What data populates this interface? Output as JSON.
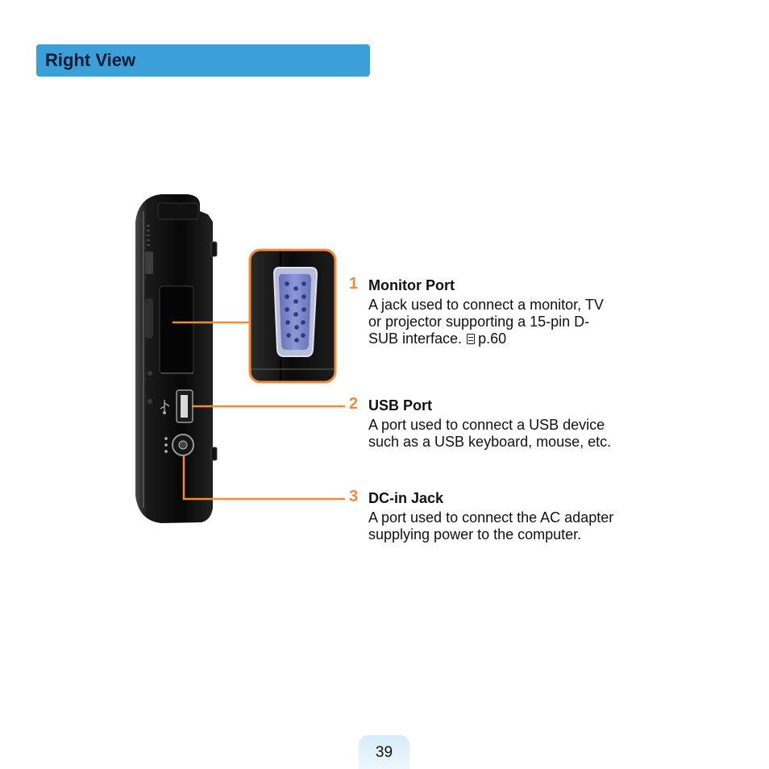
{
  "header": {
    "title": "Right View"
  },
  "items": [
    {
      "number": "1",
      "title": "Monitor Port",
      "desc_1": "A jack used to connect a monitor, TV",
      "desc_2": "or projector supporting a 15-pin D-",
      "desc_3": "SUB interface.",
      "ref": "p.60"
    },
    {
      "number": "2",
      "title": "USB Port",
      "desc_1": "A port used to connect a USB device",
      "desc_2": "such as a USB keyboard, mouse, etc."
    },
    {
      "number": "3",
      "title": "DC-in Jack",
      "desc_1": "A port used to connect the AC adapter",
      "desc_2": "supplying power to the computer."
    }
  ],
  "footer": {
    "page_number": "39"
  },
  "colors": {
    "header_bar": "#3b9fd8",
    "callout_orange": "#f08a3c",
    "vga_port": "#7b87cc",
    "device_body": "#0d0d0d"
  },
  "icons": [
    "usb-icon",
    "dc-in-icon",
    "document-ref-icon"
  ]
}
